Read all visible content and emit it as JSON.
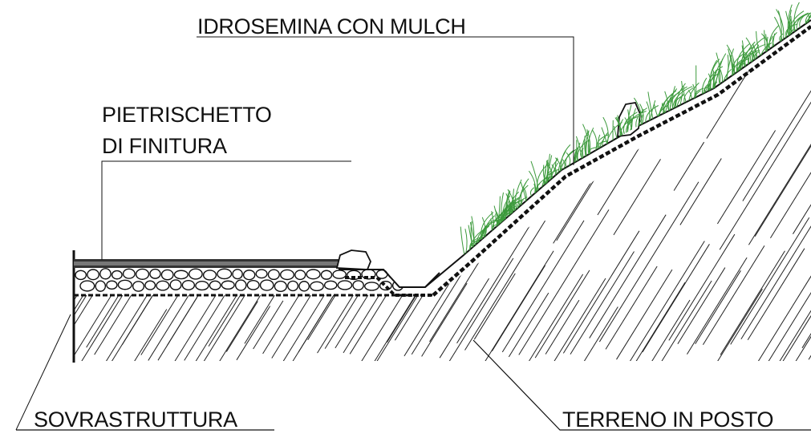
{
  "labels": {
    "idrosemina": "IDROSEMINA CON MULCH",
    "pietrischetto_line1": "PIETRISCHETTO",
    "pietrischetto_line2": "DI FINITURA",
    "sovrastruttura": "SOVRASTRUTTURA",
    "terreno": "TERRENO IN POSTO"
  },
  "colors": {
    "ink": "#111111",
    "grass": "#3c9a3c",
    "hatch": "#222222"
  }
}
